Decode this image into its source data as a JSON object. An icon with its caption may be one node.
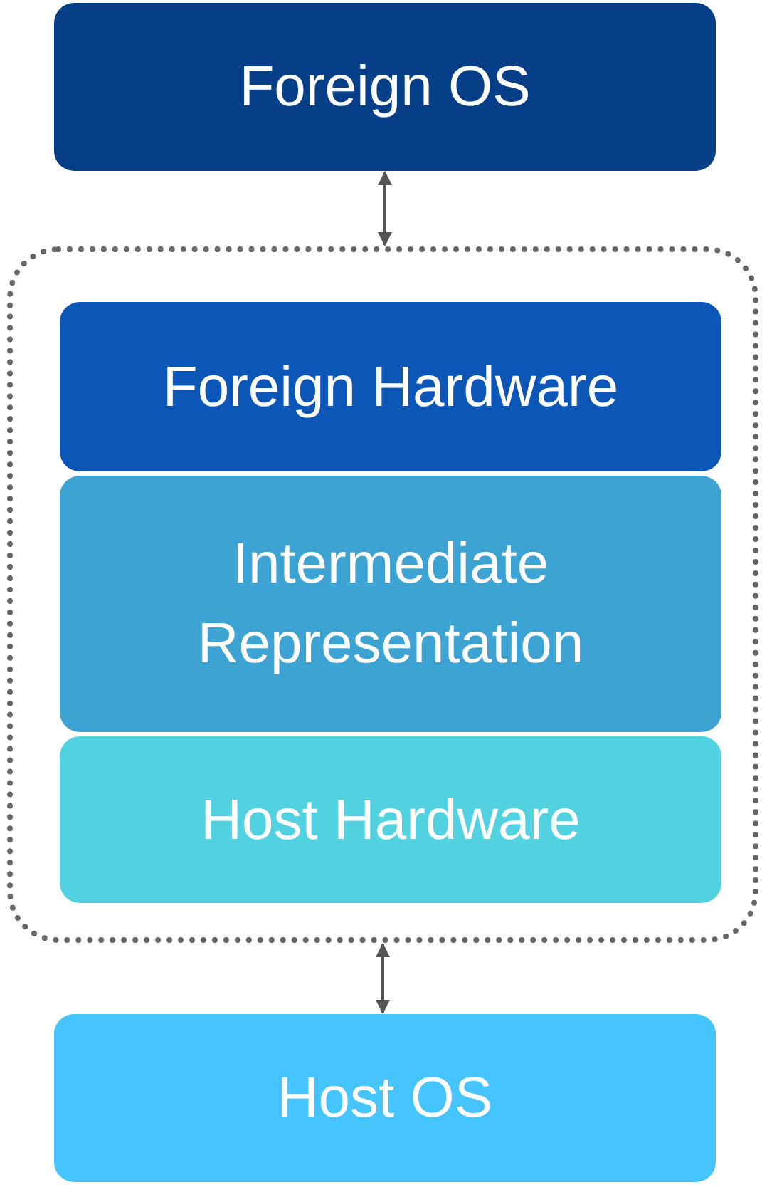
{
  "diagram": {
    "nodes": [
      {
        "text": [
          "Foreign OS"
        ]
      },
      {
        "text": [],
        "shape": "box"
      },
      {
        "text": [
          "Foreign Hardware"
        ],
        "in": 1
      },
      {
        "text": [
          "Intermediate Representation"
        ],
        "in": 1
      },
      {
        "text": [
          "Host Hardware"
        ],
        "in": 1
      },
      {
        "text": [
          "Host OS"
        ]
      }
    ],
    "edges": [
      {
        "from": 0,
        "to": 1,
        "arrow": "both"
      },
      {
        "from": 1,
        "to": 5,
        "arrow": "both"
      }
    ]
  }
}
